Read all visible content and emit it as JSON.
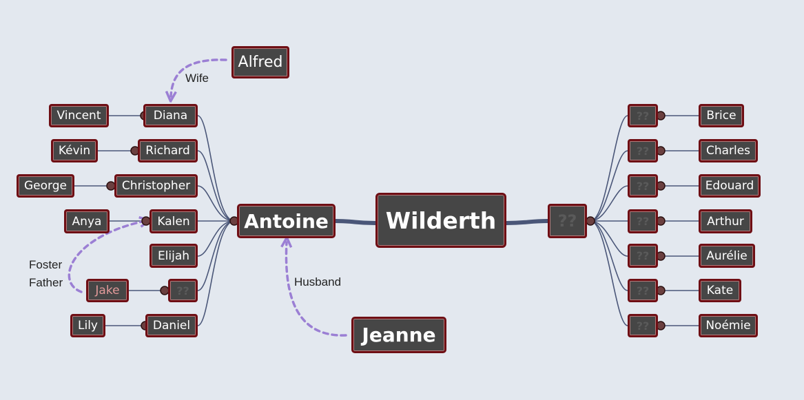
{
  "center": {
    "label": "Wilderth"
  },
  "left_parent": {
    "label": "Antoine"
  },
  "right_parent": {
    "label": "??"
  },
  "left_children": [
    {
      "label": "Diana",
      "partner": "Vincent"
    },
    {
      "label": "Richard",
      "partner": "Kévin"
    },
    {
      "label": "Christopher",
      "partner": "George"
    },
    {
      "label": "Kalen",
      "partner": "Anya"
    },
    {
      "label": "Elijah",
      "partner": ""
    },
    {
      "label": "??",
      "partner": "Jake"
    },
    {
      "label": "Daniel",
      "partner": "Lily"
    }
  ],
  "right_children": [
    {
      "label": "??",
      "partner": "Brice"
    },
    {
      "label": "??",
      "partner": "Charles"
    },
    {
      "label": "??",
      "partner": "Edouard"
    },
    {
      "label": "??",
      "partner": "Arthur"
    },
    {
      "label": "??",
      "partner": "Aurélie"
    },
    {
      "label": "??",
      "partner": "Kate"
    },
    {
      "label": "??",
      "partner": "Noémie"
    }
  ],
  "floating": {
    "alfred": "Alfred",
    "jeanne": "Jeanne"
  },
  "relations": {
    "wife": "Wife",
    "husband": "Husband",
    "foster_line1": "Foster",
    "foster_line2": "Father"
  },
  "colors": {
    "background": "#e3e8ef",
    "node_fill": "#464646",
    "node_border": "#6e0e14",
    "link": "#4a5678",
    "relation_arrow": "#9b7fd4"
  }
}
